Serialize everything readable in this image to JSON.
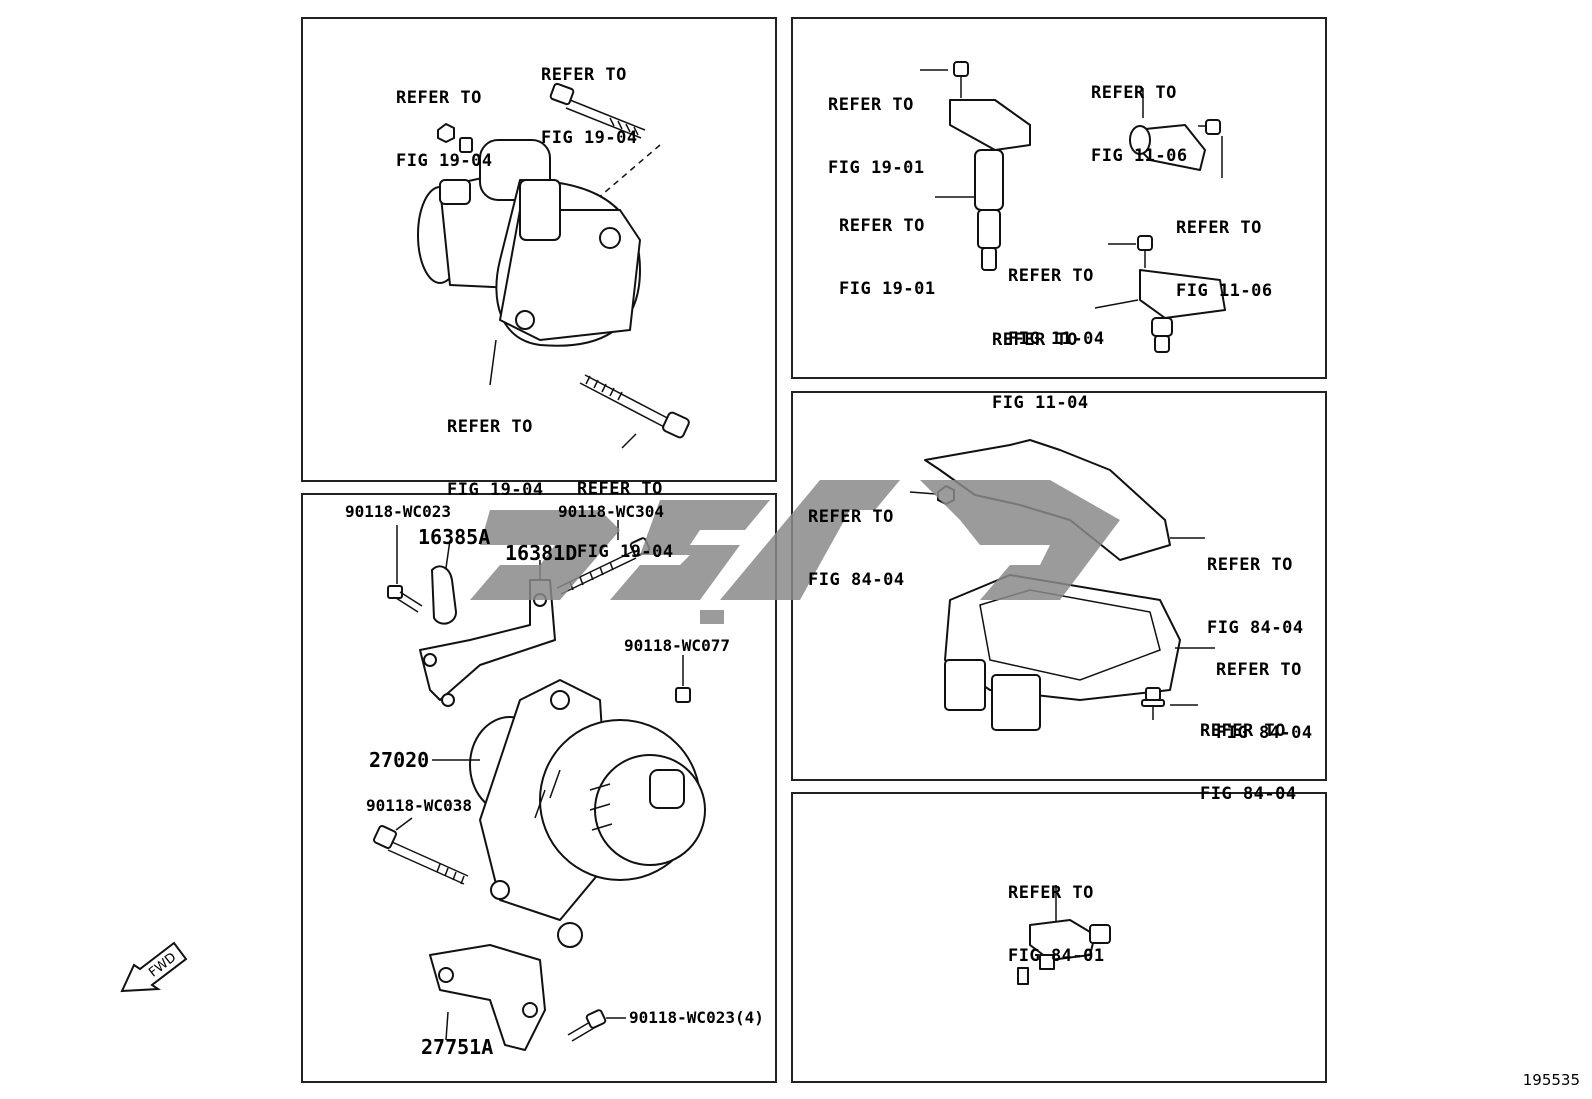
{
  "document_number": "195535",
  "fwd_label": "FWD",
  "panels": {
    "starter": {
      "labels": [
        {
          "line1": "REFER TO",
          "line2": "FIG 19-04"
        },
        {
          "line1": "REFER TO",
          "line2": "FIG 19-04"
        },
        {
          "line1": "REFER TO",
          "line2": "FIG 19-04"
        },
        {
          "line1": "REFER TO",
          "line2": "FIG 19-04"
        }
      ]
    },
    "alternator": {
      "parts": [
        {
          "number": "90118-WC023"
        },
        {
          "number": "16385A"
        },
        {
          "number": "90118-WC304"
        },
        {
          "number": "16381D"
        },
        {
          "number": "90118-WC077"
        },
        {
          "number": "27020"
        },
        {
          "number": "90118-WC038"
        },
        {
          "number": "90118-WC023(4)"
        },
        {
          "number": "27751A"
        }
      ]
    },
    "sensors": {
      "labels": [
        {
          "line1": "REFER TO",
          "line2": "FIG 19-01"
        },
        {
          "line1": "REFER TO",
          "line2": "FIG 11-06"
        },
        {
          "line1": "REFER TO",
          "line2": "FIG 19-01"
        },
        {
          "line1": "REFER TO",
          "line2": "FIG 11-06"
        },
        {
          "line1": "REFER TO",
          "line2": "FIG 11-04"
        },
        {
          "line1": "REFER TO",
          "line2": "FIG 11-04"
        }
      ]
    },
    "ecu": {
      "labels": [
        {
          "line1": "REFER TO",
          "line2": "FIG 84-04"
        },
        {
          "line1": "REFER TO",
          "line2": "FIG 84-04"
        },
        {
          "line1": "REFER TO",
          "line2": "FIG 84-04"
        },
        {
          "line1": "REFER TO",
          "line2": "FIG 84-04"
        }
      ]
    },
    "switch": {
      "labels": [
        {
          "line1": "REFER TO",
          "line2": "FIG 84-01"
        }
      ]
    }
  }
}
